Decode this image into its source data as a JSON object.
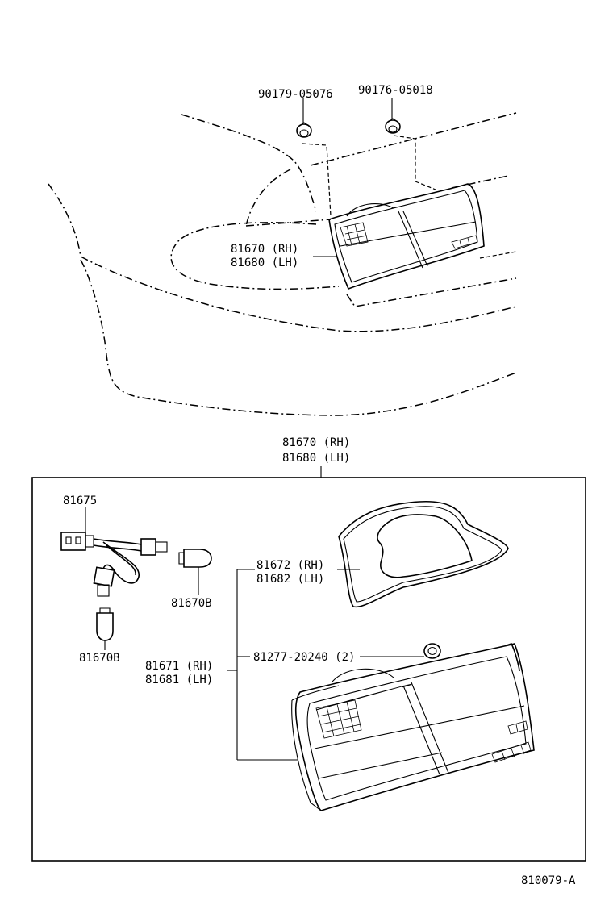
{
  "top_labels": {
    "nut_left": "90179-05076",
    "nut_right": "90176-05018",
    "assy_rh": "81670 (RH)",
    "assy_lh": "81680 (LH)"
  },
  "box_title": {
    "rh": "81670 (RH)",
    "lh": "81680 (LH)"
  },
  "parts": {
    "socket_wire": "81675",
    "bulb_top": "81670B",
    "bulb_bottom": "81670B",
    "gasket_rh": "81672 (RH)",
    "gasket_lh": "81682 (LH)",
    "nut": "81277-20240 (2)",
    "lens_rh": "81671 (RH)",
    "lens_lh": "81681 (LH)"
  },
  "figure_code": "810079-A"
}
